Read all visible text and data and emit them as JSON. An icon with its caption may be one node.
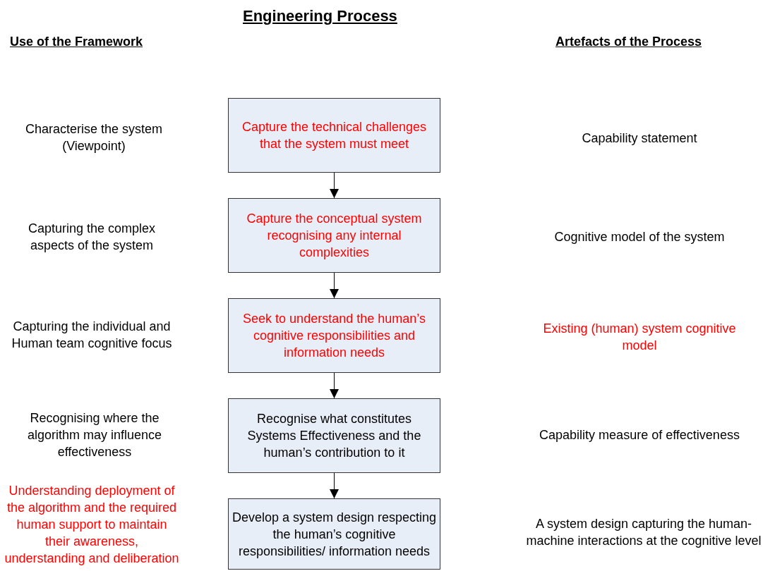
{
  "diagram": {
    "title": "Engineering Process",
    "nodes": [
      {
        "text": [
          "Capture the technical challenges that the system must meet"
        ]
      },
      {
        "text": [
          "Capture the conceptual system recognising any internal complexities"
        ]
      },
      {
        "text": [
          "Seek to understand the human’s cognitive responsibilities and information needs"
        ]
      },
      {
        "text": [
          "Recognise what constitutes Systems Effectiveness and the human’s contribution to it"
        ]
      },
      {
        "text": [
          "Develop a system design respecting the human’s cognitive responsibilities/ information needs"
        ]
      }
    ],
    "edges": [
      {
        "from": 0,
        "to": 1,
        "arrow": "to"
      },
      {
        "from": 1,
        "to": 2,
        "arrow": "to"
      },
      {
        "from": 2,
        "to": 3,
        "arrow": "to"
      },
      {
        "from": 3,
        "to": 4,
        "arrow": "to"
      }
    ],
    "labels": [
      "Use of the Framework",
      "Artefacts of the Process",
      "Characterise the system (Viewpoint)",
      "Capability statement",
      "Capturing the complex aspects of the system",
      "Cognitive model of the system",
      "Capturing the individual and Human team cognitive focus",
      "Existing (human) system cognitive model",
      "Recognising where the algorithm may influence effectiveness",
      "Capability measure of effectiveness",
      "Understanding deployment of the algorithm and the required human support to maintain their awareness, understanding and deliberation",
      "A system design capturing the human-machine interactions at the cognitive level"
    ]
  }
}
